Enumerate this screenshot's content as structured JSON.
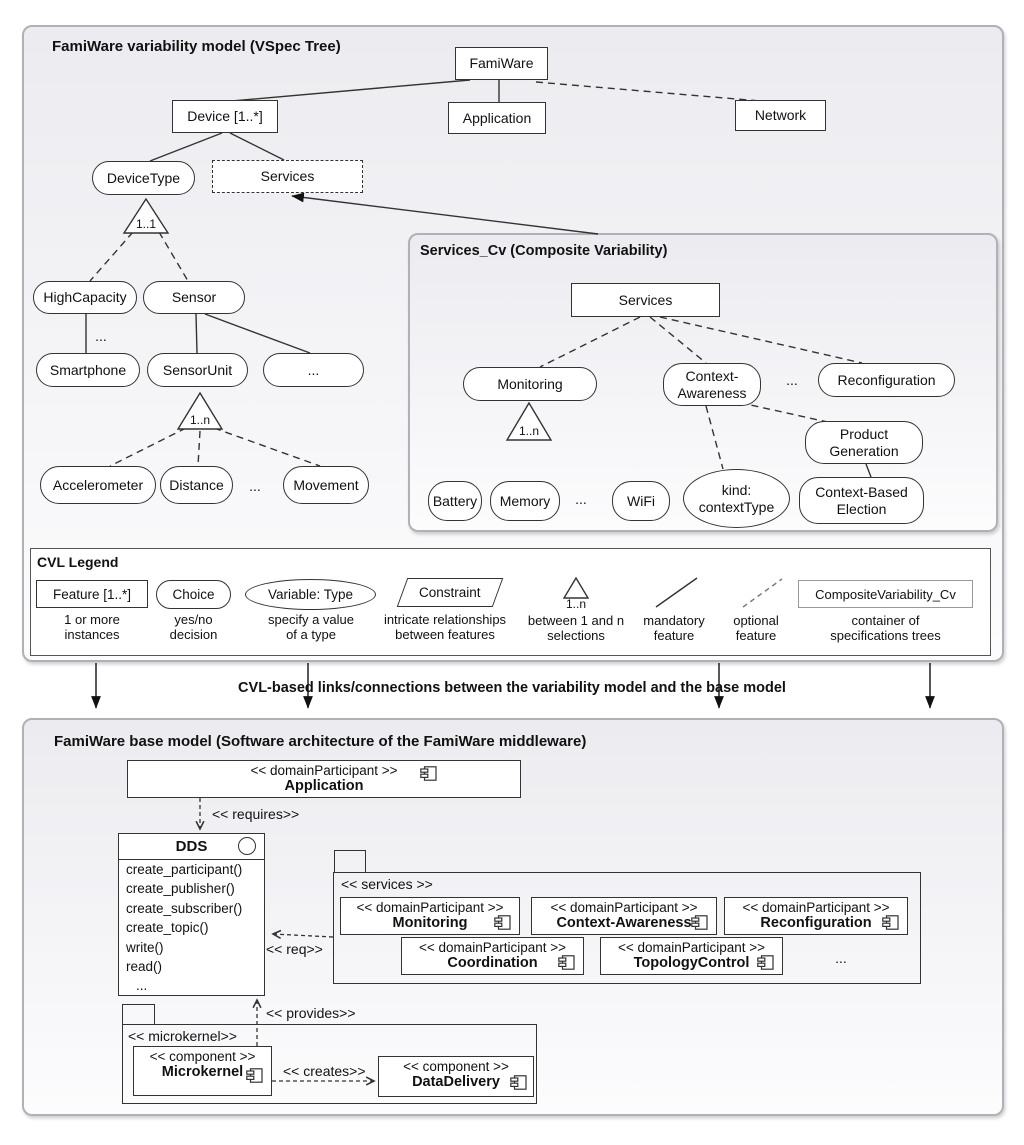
{
  "colors": {
    "panel_border": "#b0b0b8",
    "stroke": "#333333",
    "node_fill": "#ffffff"
  },
  "icons": {
    "component_icon": "uml-component",
    "interface_icon": "uml-interface-circle"
  },
  "variability_model": {
    "title": "FamiWare variability model (VSpec Tree)",
    "nodes": {
      "famiware": "FamiWare",
      "device": "Device [1..*]",
      "application": "Application",
      "network": "Network",
      "devicetype": "DeviceType",
      "services": "Services",
      "tri_device": "1..1",
      "highcapacity": "HighCapacity",
      "sensor": "Sensor",
      "ellipsis_high": "...",
      "smartphone": "Smartphone",
      "sensorunit": "SensorUnit",
      "more": "...",
      "tri_units": "1..n",
      "accelerometer": "Accelerometer",
      "distance": "Distance",
      "ellipsis_units": "...",
      "movement": "Movement"
    }
  },
  "services_cv": {
    "title": "Services_Cv (Composite Variability)",
    "nodes": {
      "services": "Services",
      "monitoring": "Monitoring",
      "context_awareness": "Context-\nAwareness",
      "ellipsis": "...",
      "reconfiguration": "Reconfiguration",
      "tri": "1..n",
      "battery": "Battery",
      "memory": "Memory",
      "ellipsis2": "...",
      "wifi": "WiFi",
      "kind": "kind:\ncontextType",
      "product_generation": "Product\nGeneration",
      "context_based_election": "Context-Based\nElection"
    }
  },
  "legend": {
    "title": "CVL Legend",
    "feature": {
      "label": "Feature [1..*]",
      "caption": "1 or more\ninstances"
    },
    "choice": {
      "label": "Choice",
      "caption": "yes/no\ndecision"
    },
    "variable": {
      "label": "Variable: Type",
      "caption": "specify a value\nof a type"
    },
    "constraint": {
      "label": "Constraint",
      "caption": "intricate relationships\nbetween features"
    },
    "selections": {
      "label": "1..n",
      "caption": "between 1 and n\nselections"
    },
    "mandatory": {
      "caption": "mandatory\nfeature"
    },
    "optional": {
      "caption": "optional\nfeature"
    },
    "composite": {
      "label": "CompositeVariability_Cv",
      "caption": "container of\nspecifications trees"
    }
  },
  "connector_label": "CVL-based links/connections between the variability model and the base model",
  "base_model": {
    "title": "FamiWare base model (Software architecture of the FamiWare middleware)",
    "application": {
      "stereotype": "<< domainParticipant >>",
      "name": "Application"
    },
    "requires_label": "<< requires>>",
    "req_label": "<< req>>",
    "provides_label": "<< provides>>",
    "dds": {
      "name": "DDS",
      "methods": [
        "create_participant()",
        "create_publisher()",
        "create_subscriber()",
        "create_topic()",
        "write()",
        "read()",
        "..."
      ]
    },
    "services_package": {
      "label": "<< services >>",
      "components": [
        {
          "stereotype": "<< domainParticipant >>",
          "name": "Monitoring"
        },
        {
          "stereotype": "<< domainParticipant >>",
          "name": "Context-Awareness"
        },
        {
          "stereotype": "<< domainParticipant >>",
          "name": "Reconfiguration"
        },
        {
          "stereotype": "<< domainParticipant >>",
          "name": "Coordination"
        },
        {
          "stereotype": "<< domainParticipant >>",
          "name": "TopologyControl"
        }
      ],
      "ellipsis": "..."
    },
    "microkernel_package": {
      "label": "<< microkernel>>",
      "creates_label": "<< creates>>",
      "component": {
        "stereotype": "<< component >>",
        "name": "Microkernel"
      },
      "datadelivery": {
        "stereotype": "<< component >>",
        "name": "DataDelivery"
      }
    }
  }
}
